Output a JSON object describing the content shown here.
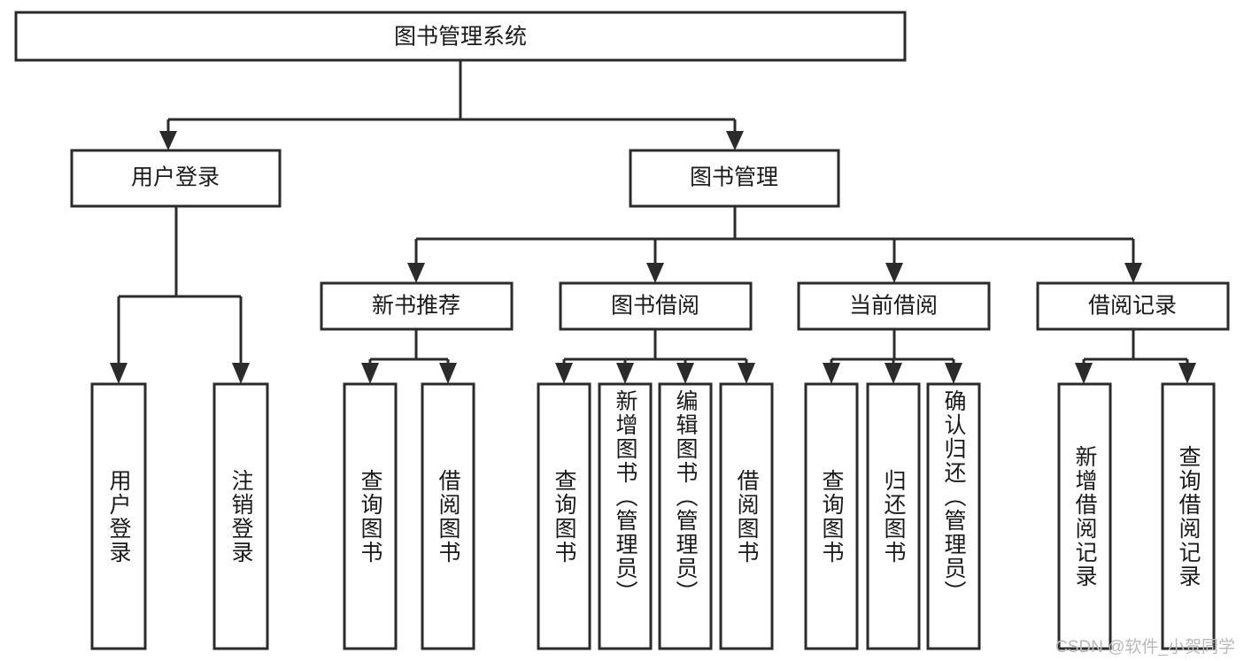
{
  "diagram": {
    "title": "图书管理系统",
    "type": "hierarchy-tree",
    "root": {
      "id": "root",
      "label": "图书管理系统"
    },
    "level2": [
      {
        "id": "user-login",
        "label": "用户登录"
      },
      {
        "id": "book-manage",
        "label": "图书管理"
      }
    ],
    "level3": [
      {
        "id": "new-book-recommend",
        "label": "新书推荐"
      },
      {
        "id": "book-borrow",
        "label": "图书借阅"
      },
      {
        "id": "current-borrow",
        "label": "当前借阅"
      },
      {
        "id": "borrow-record",
        "label": "借阅记录"
      }
    ],
    "leaves": [
      {
        "id": "leaf-user-login",
        "label": "用户登录",
        "parent": "user-login"
      },
      {
        "id": "leaf-logout-login",
        "label": "注销登录",
        "parent": "user-login"
      },
      {
        "id": "leaf-query-book-1",
        "label": "查询图书",
        "parent": "new-book-recommend"
      },
      {
        "id": "leaf-borrow-book-1",
        "label": "借阅图书",
        "parent": "new-book-recommend"
      },
      {
        "id": "leaf-query-book-2",
        "label": "查询图书",
        "parent": "book-borrow"
      },
      {
        "id": "leaf-add-book",
        "label": "新增图书（管理员）",
        "parent": "book-borrow"
      },
      {
        "id": "leaf-edit-book",
        "label": "编辑图书（管理员）",
        "parent": "book-borrow"
      },
      {
        "id": "leaf-borrow-book-2",
        "label": "借阅图书",
        "parent": "book-borrow"
      },
      {
        "id": "leaf-query-book-3",
        "label": "查询图书",
        "parent": "current-borrow"
      },
      {
        "id": "leaf-return-book",
        "label": "归还图书",
        "parent": "current-borrow"
      },
      {
        "id": "leaf-confirm-return",
        "label": "确认归还（管理员）",
        "parent": "current-borrow"
      },
      {
        "id": "leaf-add-record",
        "label": "新增借阅记录",
        "parent": "borrow-record"
      },
      {
        "id": "leaf-query-record",
        "label": "查询借阅记录",
        "parent": "borrow-record"
      }
    ],
    "watermark": "CSDN @软件_小贺同学",
    "colors": {
      "stroke": "#2b2b2b",
      "fill": "#ffffff",
      "text": "#1a1a1a",
      "watermark": "#b9b9b9"
    }
  }
}
